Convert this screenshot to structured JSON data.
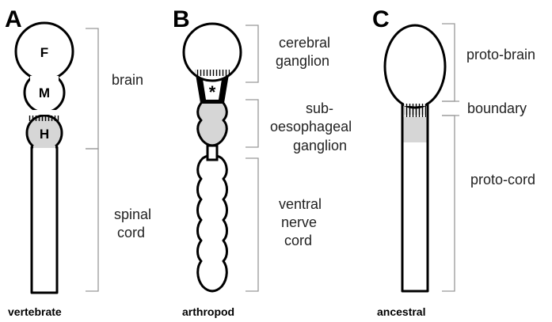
{
  "panels": [
    {
      "letter": "A",
      "caption": "vertebrate",
      "regions": [
        "F",
        "M",
        "H"
      ],
      "labels": [
        {
          "lines": [
            "brain"
          ]
        },
        {
          "lines": [
            "spinal",
            "cord"
          ]
        }
      ]
    },
    {
      "letter": "B",
      "caption": "arthropod",
      "marker": "*",
      "labels": [
        {
          "lines": [
            "cerebral",
            "ganglion"
          ]
        },
        {
          "lines": [
            "sub-",
            "oesophageal",
            "ganglion"
          ]
        },
        {
          "lines": [
            "ventral",
            "nerve",
            "cord"
          ]
        }
      ]
    },
    {
      "letter": "C",
      "caption": "ancestral",
      "labels": [
        {
          "lines": [
            "proto-brain"
          ]
        },
        {
          "lines": [
            "boundary"
          ]
        },
        {
          "lines": [
            "proto-cord"
          ]
        }
      ]
    }
  ],
  "colors": {
    "outline": "#000000",
    "shading": "#d6d6d6",
    "bracket": "#999999",
    "label": "#222222"
  }
}
